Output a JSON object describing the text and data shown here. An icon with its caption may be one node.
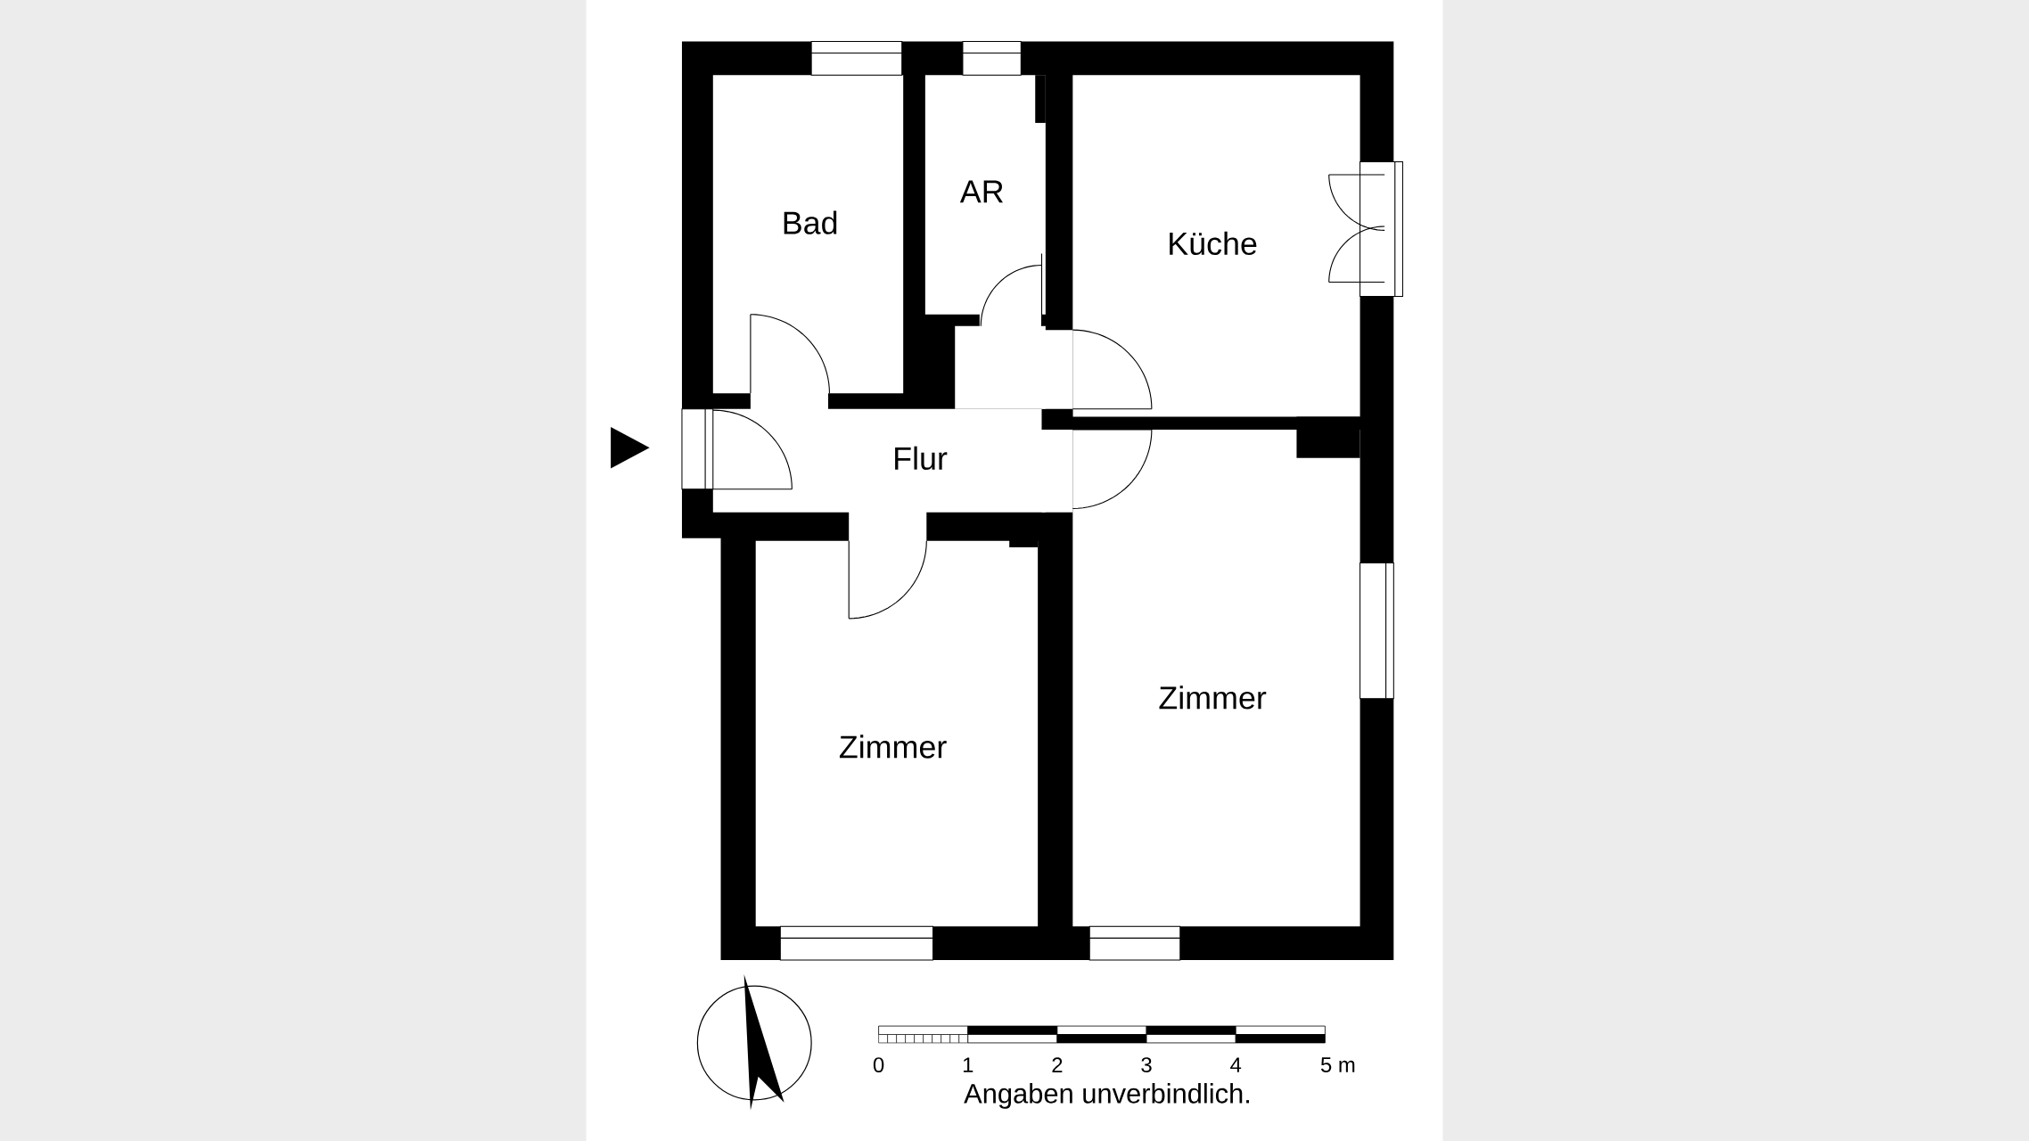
{
  "diagram": {
    "labels": [
      "Bad",
      "AR",
      "Küche",
      "Flur",
      "Zimmer",
      "Zimmer",
      "0",
      "1",
      "2",
      "3",
      "4",
      "5 m",
      "Angaben unverbindlich."
    ]
  }
}
